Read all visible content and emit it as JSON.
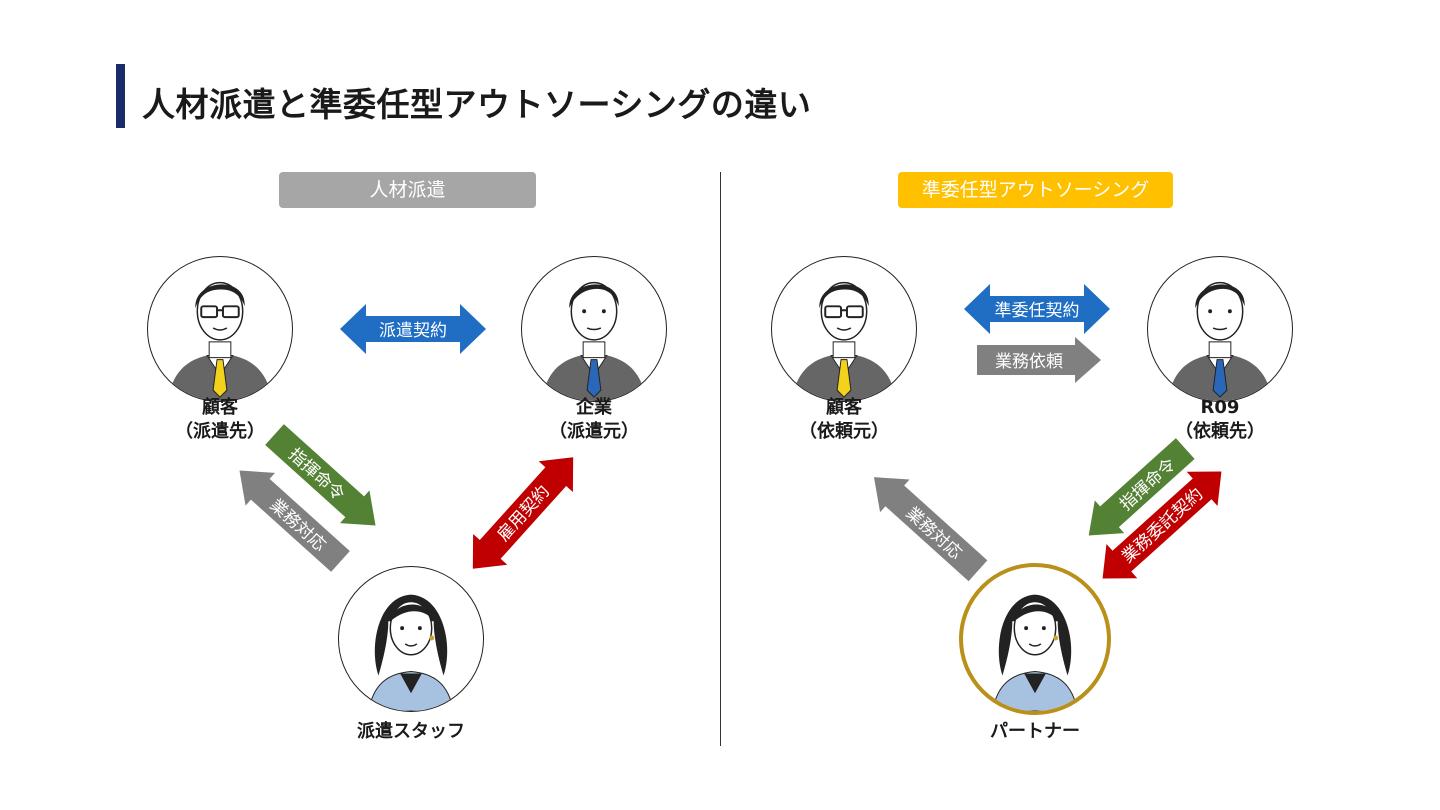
{
  "title": "人材派遣と準委任型アウトソーシングの違い",
  "left": {
    "badge": "人材派遣",
    "client_label_1": "顧客",
    "client_label_2": "（派遣先）",
    "company_label_1": "企業",
    "company_label_2": "（派遣元）",
    "staff_label": "派遣スタッフ",
    "contract_arrow": "派遣契約",
    "command_arrow": "指揮命令",
    "work_arrow": "業務対応",
    "employment_arrow": "雇用契約"
  },
  "right": {
    "badge": "準委任型アウトソーシング",
    "client_label_1": "顧客",
    "client_label_2": "（依頼元）",
    "provider_label_1": "R09",
    "provider_label_2": "（依頼先）",
    "partner_label": "パートナー",
    "contract_arrow": "準委任契約",
    "request_arrow": "業務依頼",
    "work_arrow": "業務対応",
    "command_arrow": "指揮命令",
    "outsource_arrow": "業務委託契約"
  },
  "colors": {
    "navy": "#1b2a6b",
    "blue_arrow": "#1f6ec4",
    "gray_arrow": "#808080",
    "green_arrow": "#548235",
    "red_arrow": "#c00000",
    "yellow": "#ffc000",
    "gold_ring": "#b8901a"
  },
  "icons": [
    "man-glasses-yellow-tie-icon",
    "man-blue-tie-icon",
    "woman-icon"
  ]
}
